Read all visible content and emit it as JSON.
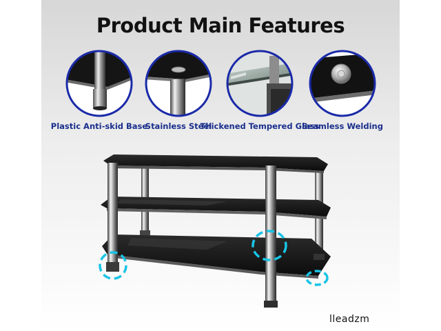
{
  "title": "Product Main Features",
  "features": [
    {
      "label": "Plastic Anti-skid Base",
      "icon": "anti-skid-base-icon"
    },
    {
      "label": "Stainless Steel",
      "icon": "stainless-steel-pole-icon"
    },
    {
      "label": "Thickened Tempered Glass",
      "icon": "tempered-glass-icon"
    },
    {
      "label": "Seamless Welding",
      "icon": "seamless-welding-icon"
    }
  ],
  "brand": "lleadzm",
  "colors": {
    "circle_border": "#1a2aa8",
    "label_text": "#1a2f8c",
    "highlight": "#19c4e6",
    "glass": "#111111"
  }
}
